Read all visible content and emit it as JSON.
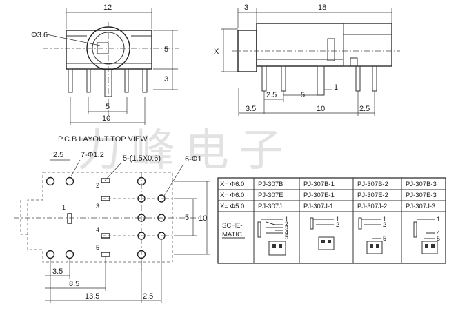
{
  "front_view": {
    "dim_width": "12",
    "dim_hole": "Φ3.6",
    "dim_side_height": "5",
    "dim_pin_height": "3",
    "dim_pin_spacing": "5",
    "dim_base_width": "10"
  },
  "side_view": {
    "dim_front": "3",
    "dim_length": "18",
    "dim_x": "X",
    "dim_pin_gap": "2.5",
    "dim_pin_center": "5",
    "dim_pin_thick": "1",
    "dim_offset": "3.5",
    "dim_span": "10",
    "dim_rear": "2.5"
  },
  "pcb_layout": {
    "title": "P.C.B LAYOUT   TOP VIEW",
    "hole_7": "7-Φ1.2",
    "slot_5": "5-(1.5X0.6)",
    "hole_6": "6-Φ1",
    "dim_25_top": "2.5",
    "dim_5": "5",
    "dim_10": "10",
    "dim_35": "3.5",
    "dim_85": "8.5",
    "dim_135": "13.5",
    "dim_25_bottom": "2.5",
    "pin_labels": [
      "1",
      "2",
      "3",
      "4",
      "5"
    ]
  },
  "watermark": "力峰电子",
  "spec_table": {
    "rows": [
      [
        "X= Φ6.0",
        "PJ-307B",
        "PJ-307B-1",
        "PJ-307B-2",
        "PJ-307B-3"
      ],
      [
        "X= Φ6.0",
        "PJ-307E",
        "PJ-307E-1",
        "PJ-307E-2",
        "PJ-307E-3"
      ],
      [
        "X= Φ5.0",
        "PJ-307J",
        "PJ-307J-1",
        "PJ-307J-2",
        "PJ-307J-3"
      ]
    ],
    "schematic_label_1": "SCHE-",
    "schematic_label_2": "MATIC",
    "schematic_pins": {
      "col1": [
        "1",
        "2",
        "3",
        "4",
        "5"
      ],
      "col2": [
        "1",
        "2"
      ],
      "col3": [
        "1",
        "2",
        "5"
      ],
      "col4": [
        "1",
        "4",
        "5"
      ]
    }
  }
}
